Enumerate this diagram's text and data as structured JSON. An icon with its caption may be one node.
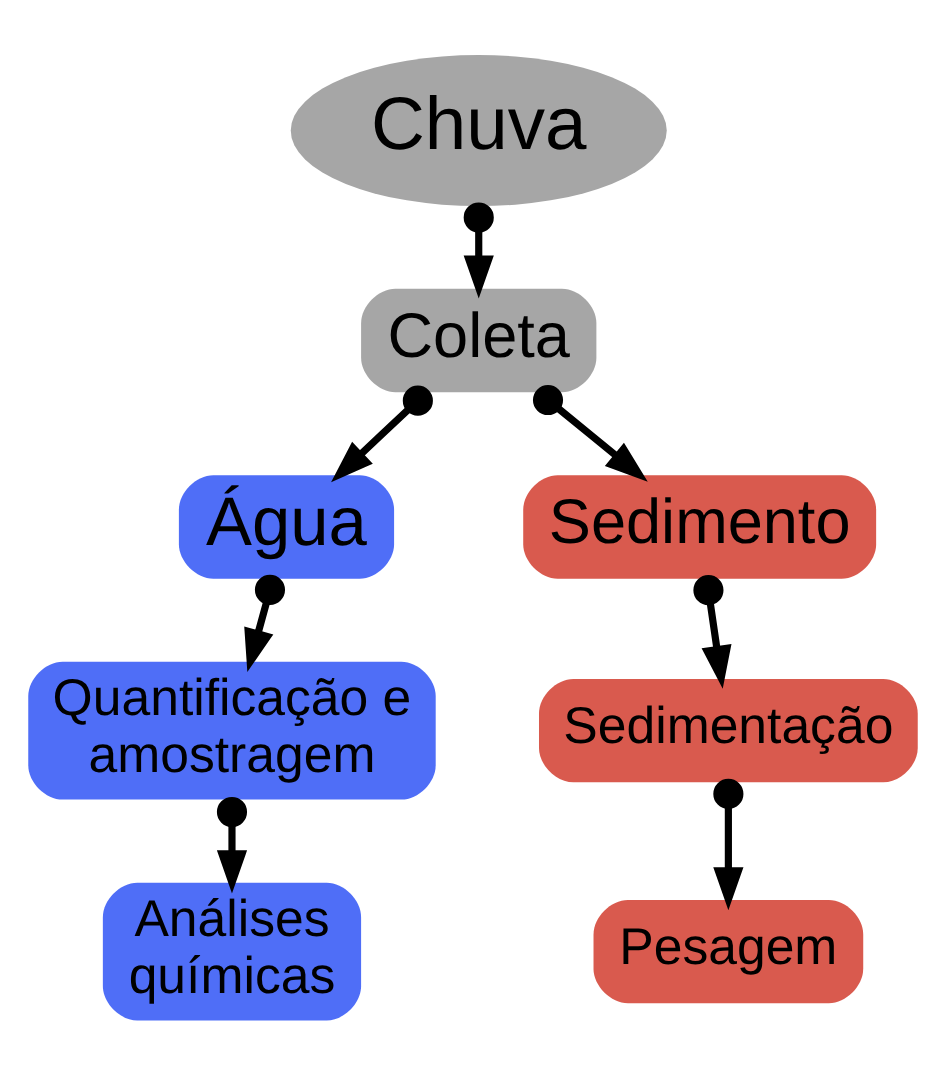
{
  "diagram": {
    "nodes": [
      {
        "text": [
          "Chuva"
        ]
      },
      {
        "text": [
          "Coleta"
        ]
      },
      {
        "text": [
          "Água"
        ]
      },
      {
        "text": [
          "Sedimento"
        ]
      },
      {
        "text": [
          "Quantificação e amostragem"
        ]
      },
      {
        "text": [
          "Sedimentação"
        ]
      },
      {
        "text": [
          "Análises químicas"
        ]
      },
      {
        "text": [
          "Pesagem"
        ]
      }
    ],
    "edges": [
      {
        "from": 0,
        "to": 1,
        "arrow": "to"
      },
      {
        "from": 1,
        "to": 2,
        "arrow": "to"
      },
      {
        "from": 1,
        "to": 3,
        "arrow": "to"
      },
      {
        "from": 2,
        "to": 4,
        "arrow": "to"
      },
      {
        "from": 3,
        "to": 5,
        "arrow": "to"
      },
      {
        "from": 4,
        "to": 6,
        "arrow": "to"
      },
      {
        "from": 5,
        "to": 7,
        "arrow": "to"
      }
    ]
  }
}
